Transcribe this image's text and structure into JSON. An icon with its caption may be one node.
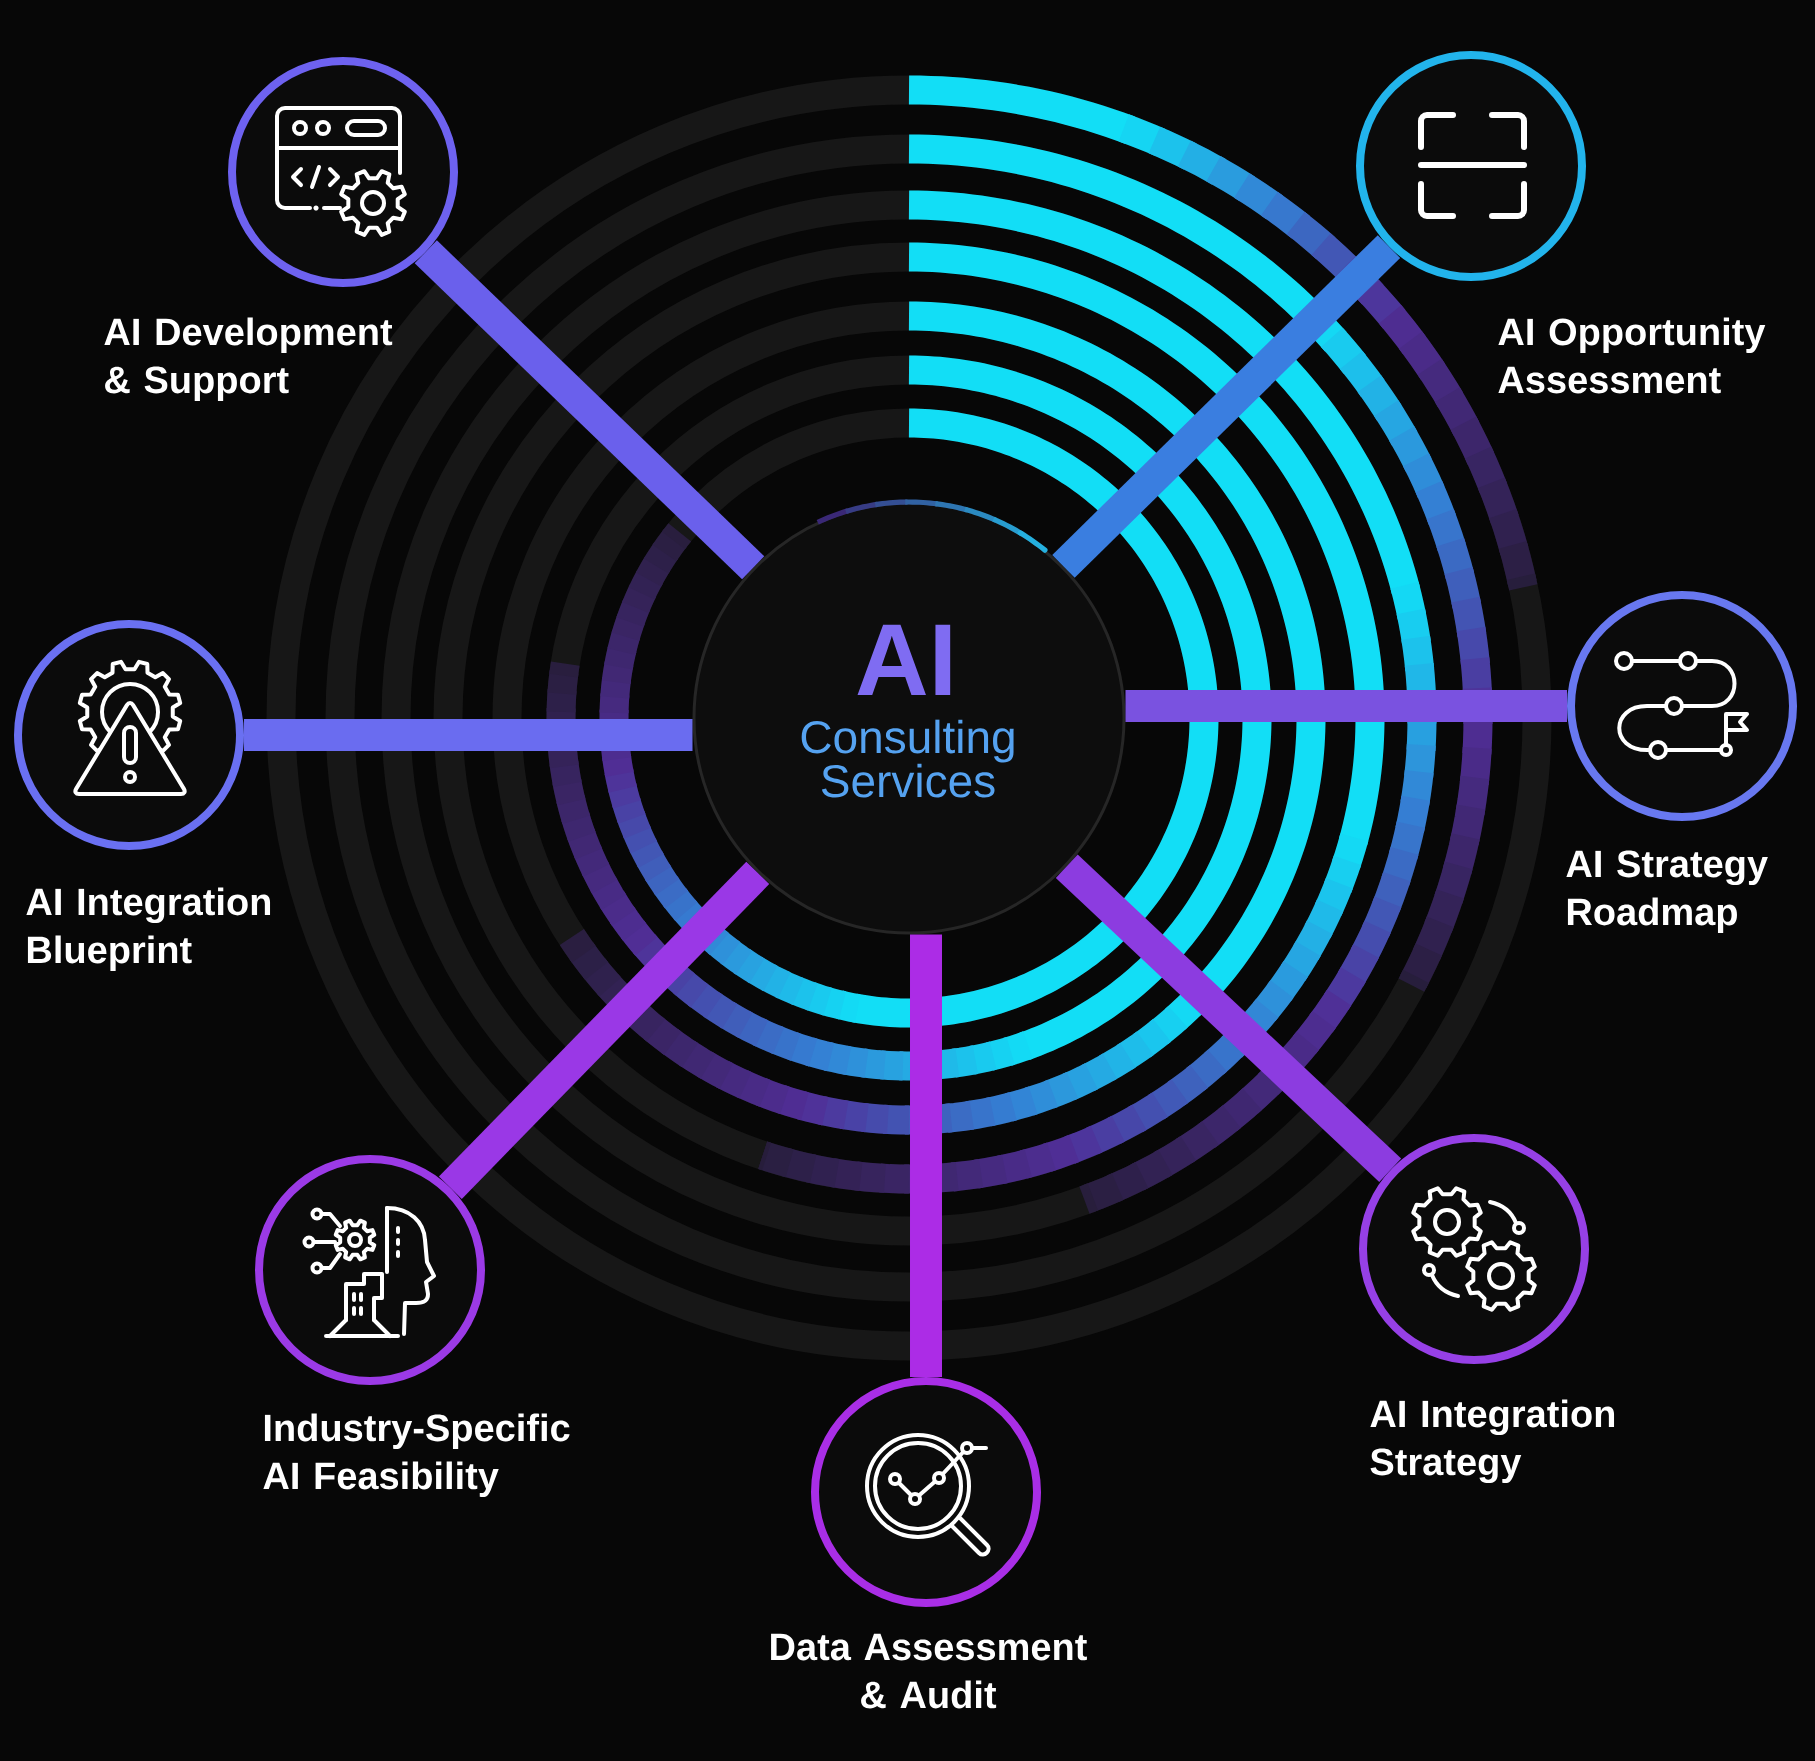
{
  "diagram": {
    "nodes": [
      {
        "text": [
          "AI",
          "Consulting Services"
        ]
      },
      {
        "text": [
          "AI Development & Support"
        ]
      },
      {
        "text": [
          "AI Opportunity Assessment"
        ]
      },
      {
        "text": [
          "AI Integration Blueprint"
        ]
      },
      {
        "text": [
          "AI Strategy Roadmap"
        ]
      },
      {
        "text": [
          "Industry-Specific AI Feasibility"
        ]
      },
      {
        "text": [
          "AI Integration Strategy"
        ]
      },
      {
        "text": [
          "Data Assessment & Audit"
        ]
      }
    ],
    "edges": [
      {
        "from": 0,
        "to": 1,
        "arrow": "none",
        "color": "#6a60ec"
      },
      {
        "from": 0,
        "to": 2,
        "arrow": "none",
        "color": "#3a7ee0"
      },
      {
        "from": 0,
        "to": 3,
        "arrow": "none",
        "color": "#6a6cf0"
      },
      {
        "from": 0,
        "to": 4,
        "arrow": "none",
        "color": "#7a52e0"
      },
      {
        "from": 0,
        "to": 5,
        "arrow": "none",
        "color": "#9a38e6"
      },
      {
        "from": 0,
        "to": 6,
        "arrow": "none",
        "color": "#8c3ce0"
      },
      {
        "from": 0,
        "to": 7,
        "arrow": "none",
        "color": "#ac2ce6"
      }
    ]
  }
}
